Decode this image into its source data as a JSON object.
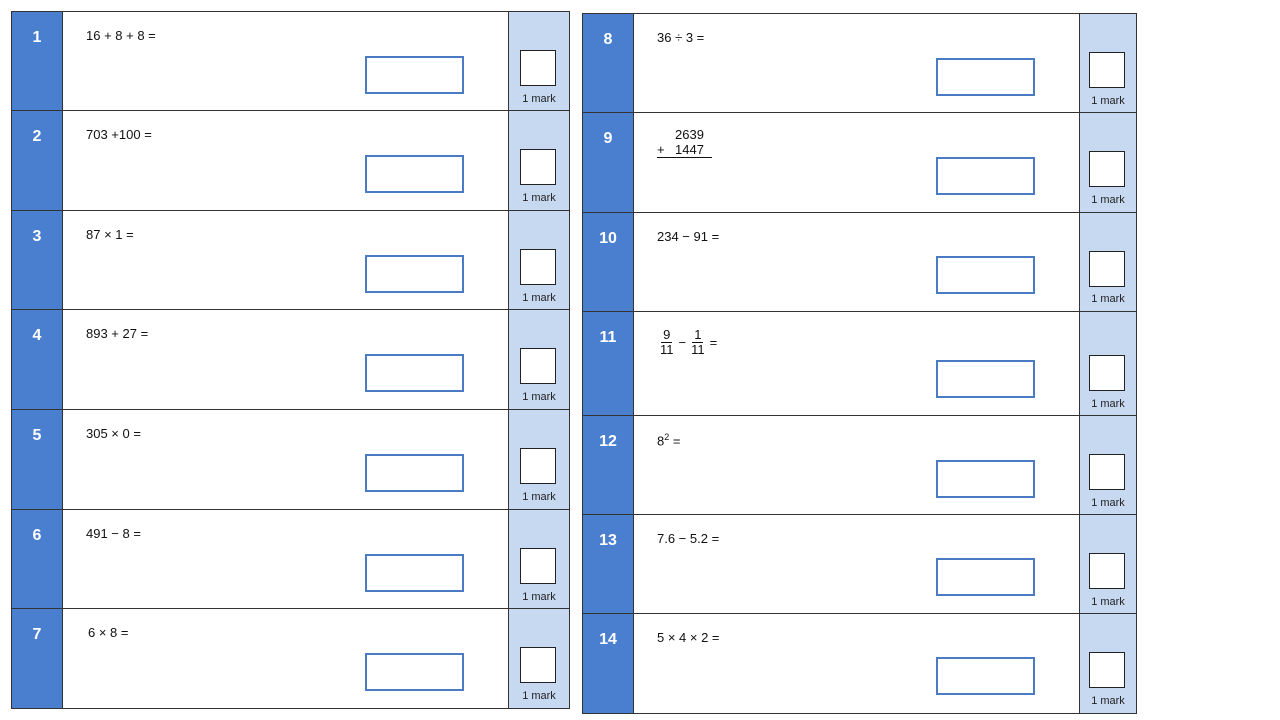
{
  "mark_label": "1 mark",
  "left_questions": [
    {
      "number": "1",
      "expression": "16 + 8 + 8 ="
    },
    {
      "number": "2",
      "expression": "703 +100 ="
    },
    {
      "number": "3",
      "expression": "87 × 1 ="
    },
    {
      "number": "4",
      "expression": "893 + 27 ="
    },
    {
      "number": "5",
      "expression": "305 × 0 ="
    },
    {
      "number": "6",
      "expression": "491 − 8 ="
    },
    {
      "number": "7",
      "expression": "6 × 8 ="
    }
  ],
  "right_questions": [
    {
      "number": "8",
      "expression": "36 ÷ 3 ="
    },
    {
      "number": "9",
      "addend_top": "2639",
      "operator": "+",
      "addend_bottom": "1447"
    },
    {
      "number": "10",
      "expression": "234 − 91 ="
    },
    {
      "number": "11",
      "frac1_num": "9",
      "frac1_den": "11",
      "operator": "−",
      "frac2_num": "1",
      "frac2_den": "11",
      "equals": "="
    },
    {
      "number": "12",
      "base": "8",
      "exponent": "2",
      "equals": "="
    },
    {
      "number": "13",
      "expression": "7.6 − 5.2 ="
    },
    {
      "number": "14",
      "expression": "5 × 4 × 2 ="
    }
  ]
}
